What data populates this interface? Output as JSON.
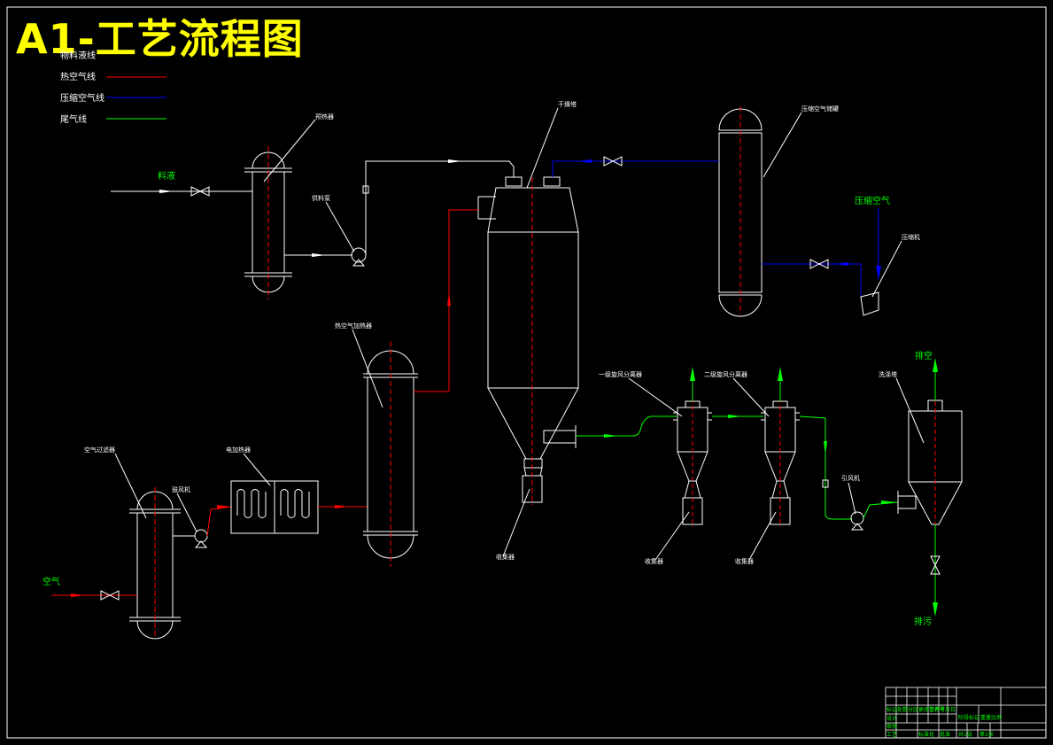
{
  "title": "A1-工艺流程图",
  "colors": {
    "material": "#ffffff",
    "hot_air": "#ff0000",
    "compressed_air": "#0000ff",
    "exhaust": "#00ff00",
    "centerline": "#ff0000",
    "title": "#ffff00"
  },
  "legend": [
    {
      "label": "物料液线",
      "color": "#ffffff"
    },
    {
      "label": "热空气线",
      "color": "#ff0000"
    },
    {
      "label": "压缩空气线",
      "color": "#0000ff"
    },
    {
      "label": "尾气线",
      "color": "#00ff00"
    }
  ],
  "streams": {
    "feed": "料液",
    "air_in": "空气",
    "compressed_air": "压缩空气",
    "vent": "排空",
    "drain": "排污"
  },
  "equipment": {
    "preheater": "预热器",
    "feed_pump": "供料泵",
    "dryer": "干燥塔",
    "air_tank": "压缩空气储罐",
    "compressor": "压缩机",
    "air_filter": "空气过滤器",
    "blower": "鼓风机",
    "heater": "电加热器",
    "air_heater": "热空气加热器",
    "product_collector": "收集器",
    "cyclone1": "一级旋风分离器",
    "cyclone2": "二级旋风分离器",
    "collector1": "收集器",
    "collector2": "收集器",
    "induced_fan": "引风机",
    "scrubber": "洗涤塔"
  },
  "title_block": {
    "cells": [
      "标记",
      "处数",
      "分区",
      "更改文件号",
      "签名",
      "年月日",
      "设计",
      "审核",
      "工艺",
      "标准化",
      "批准",
      "阶段标记",
      "重量",
      "比例",
      "共1张",
      "第1张"
    ]
  }
}
